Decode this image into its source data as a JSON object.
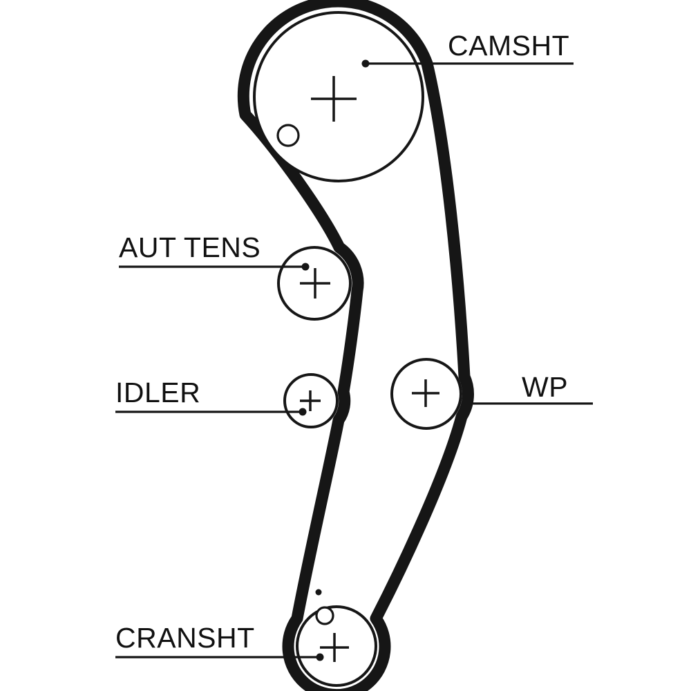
{
  "diagram": {
    "type": "timing-belt-routing-diagram",
    "background_color": "#ffffff",
    "line_color": "#161616",
    "belt_color": "#161616",
    "labels": {
      "camshaft": "CAMSHT",
      "auto_tensioner": "AUT TENS",
      "idler": "IDLER",
      "water_pump": "WP",
      "crankshaft": "CRANSHT"
    },
    "components": [
      {
        "id": "camshaft-pulley",
        "label": "CAMSHT"
      },
      {
        "id": "auto-tensioner-pulley",
        "label": "AUT TENS"
      },
      {
        "id": "idler-pulley",
        "label": "IDLER"
      },
      {
        "id": "water-pump-pulley",
        "label": "WP"
      },
      {
        "id": "crankshaft-pulley",
        "label": "CRANSHT"
      }
    ]
  }
}
